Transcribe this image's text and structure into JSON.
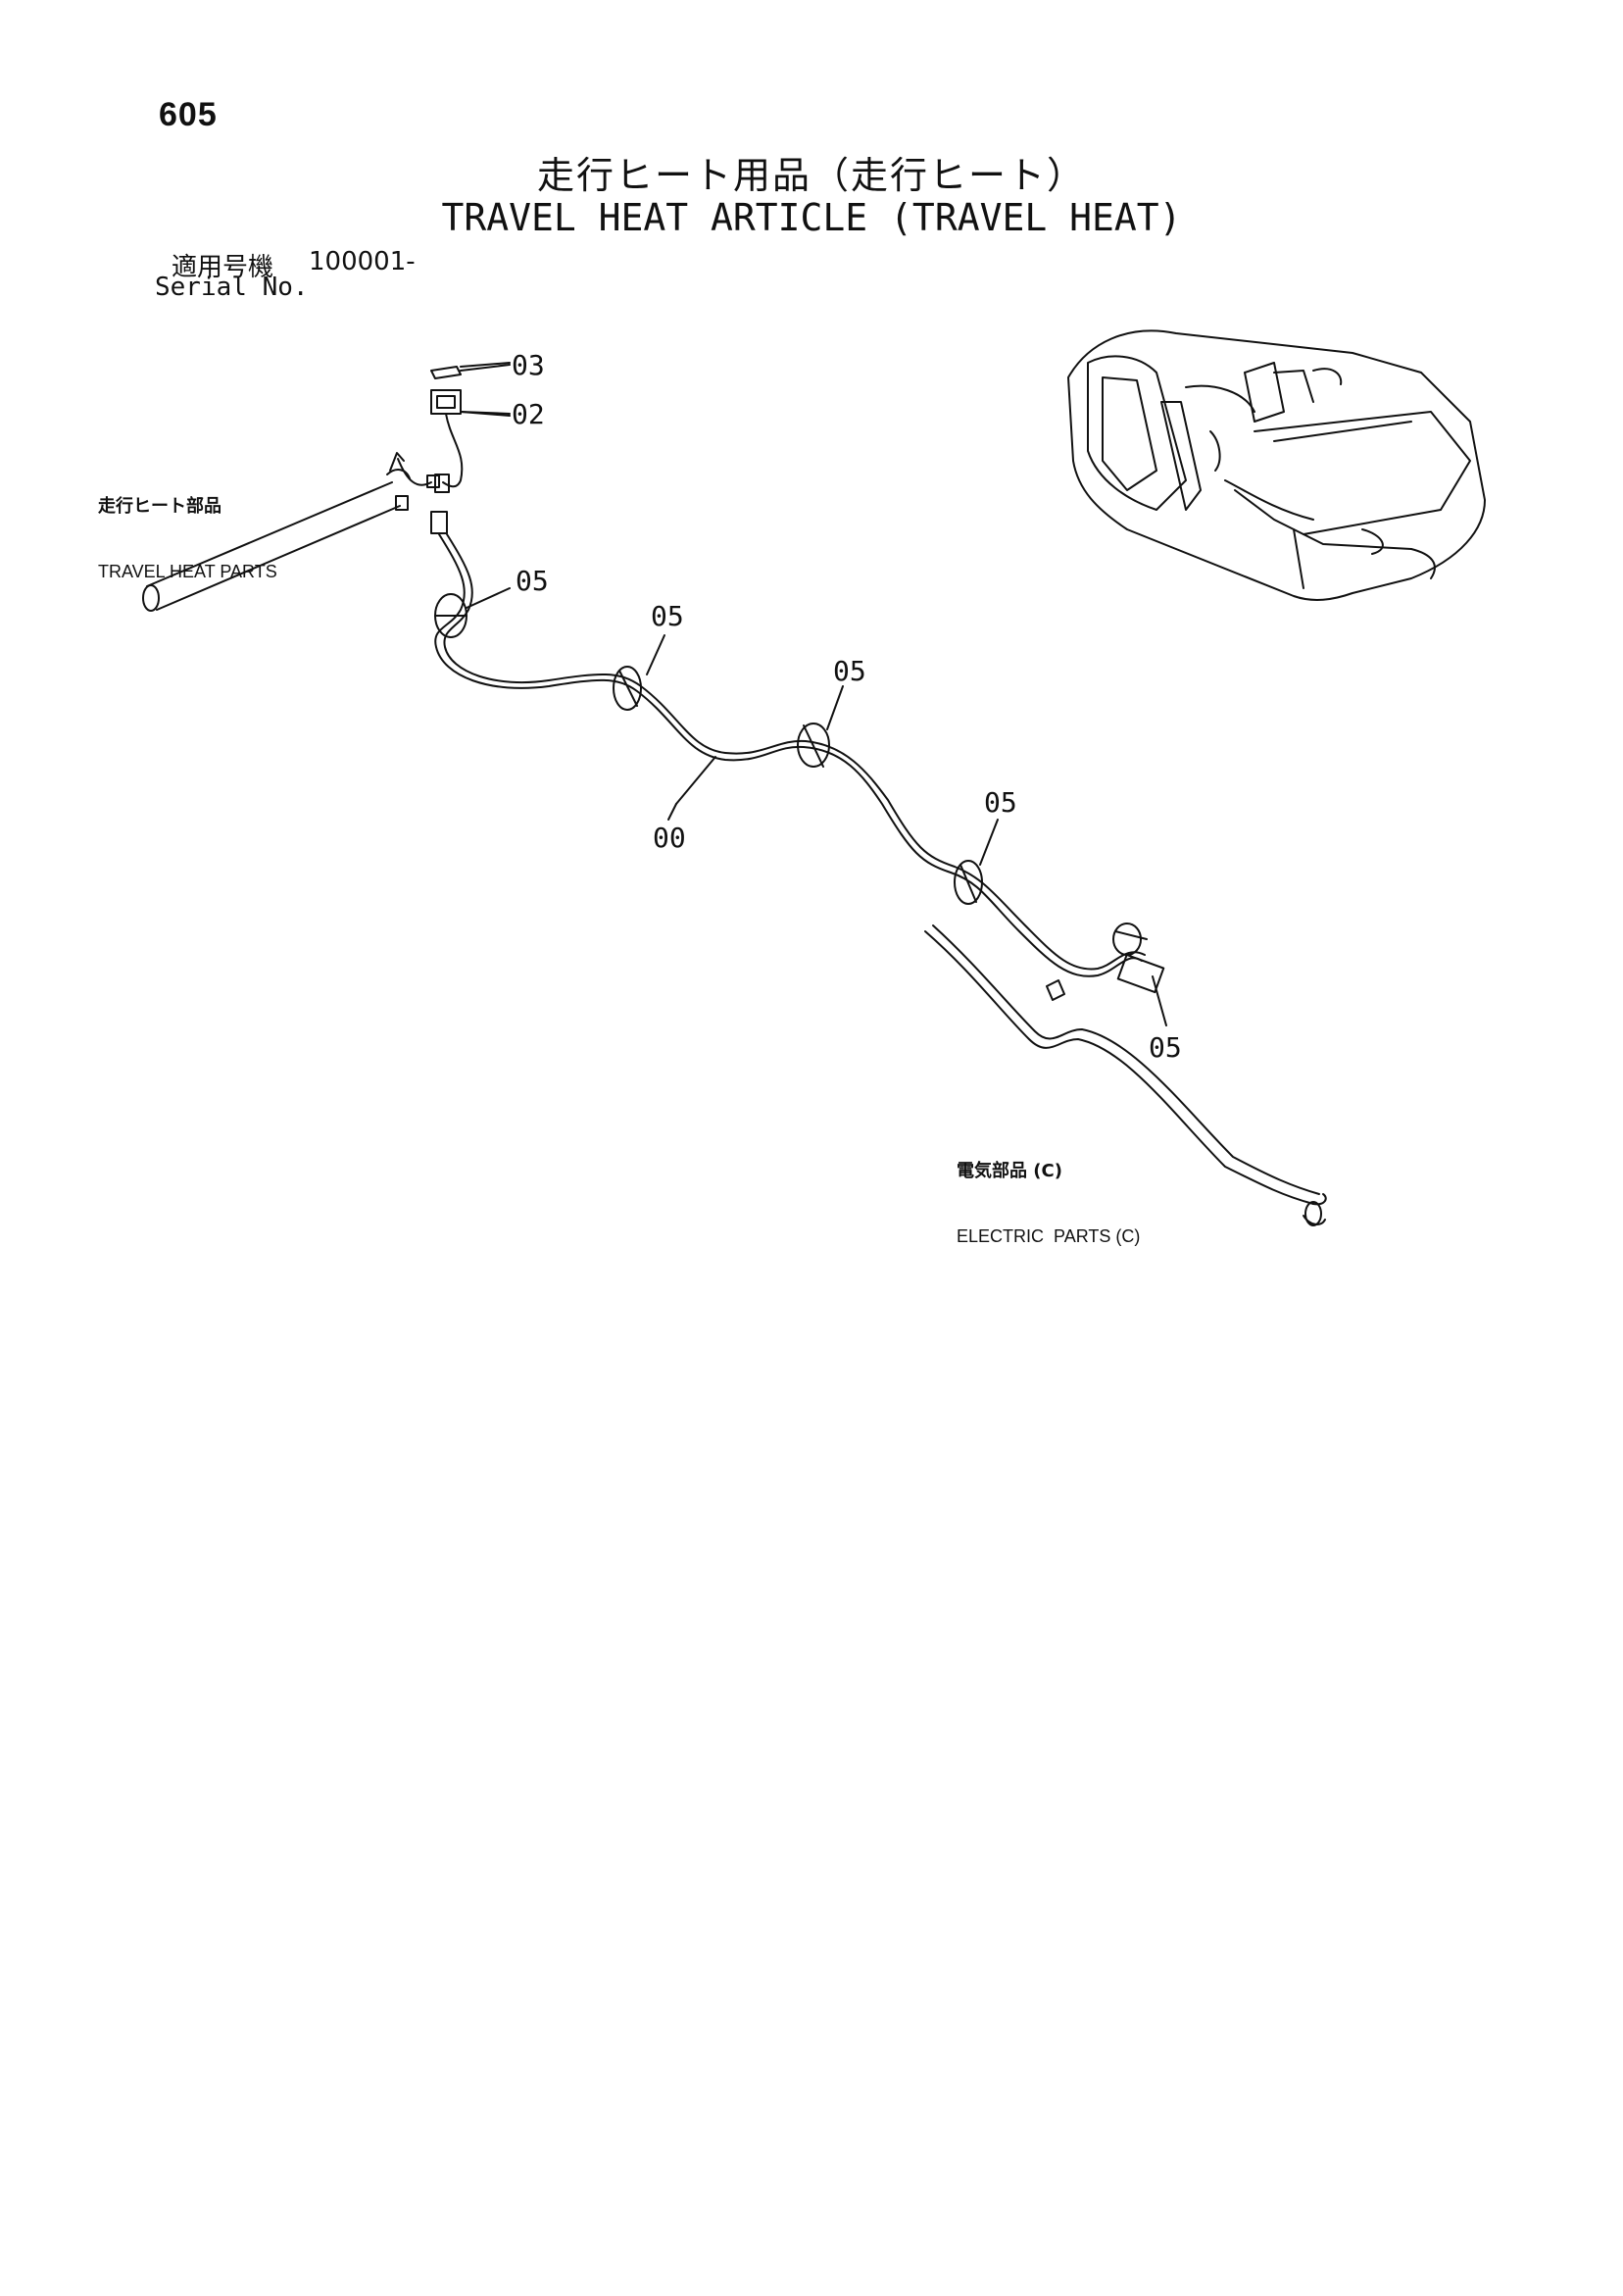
{
  "page": {
    "number": "605",
    "title_jp": "走行ヒート用品（走行ヒート）",
    "title_en": "TRAVEL HEAT ARTICLE (TRAVEL HEAT)",
    "serial_label_jp": "適用号機",
    "serial_value": "100001-",
    "serial_label_en": "Serial No."
  },
  "references": {
    "travel_heat_parts_jp": "走行ヒート部品",
    "travel_heat_parts_en": "TRAVEL HEAT PARTS",
    "electric_parts_jp": "電気部品 (C)",
    "electric_parts_en": "ELECTRIC  PARTS (C)"
  },
  "callouts": {
    "part_03": "03",
    "part_02": "02",
    "part_05_a": "05",
    "part_05_b": "05",
    "part_05_c": "05",
    "part_05_d": "05",
    "part_05_e": "05",
    "part_00": "00"
  }
}
